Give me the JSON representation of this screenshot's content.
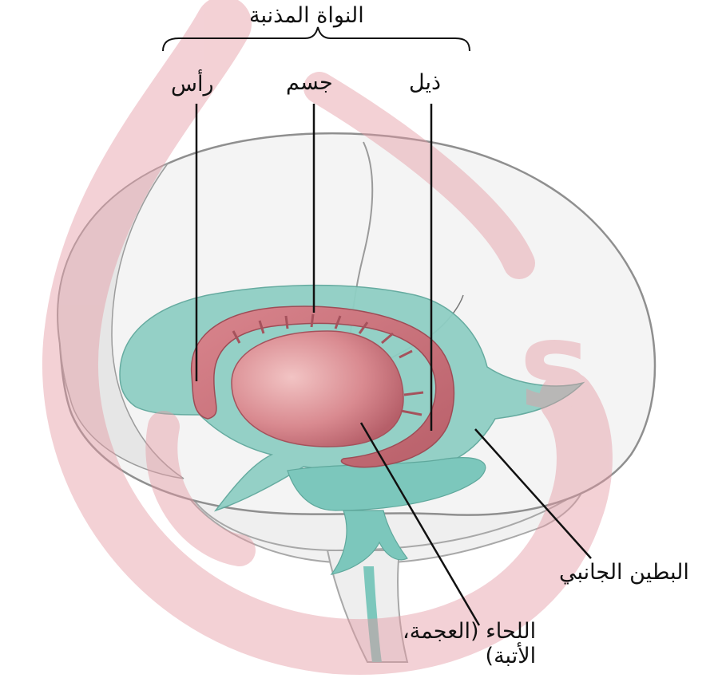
{
  "labels": {
    "caudate_nucleus": "النواة المذنبة",
    "head": "رأس",
    "body": "جسم",
    "tail": "ذيل",
    "lateral_ventricle": "البطين الجانبي",
    "thalamus_line1": "اللحاء (العجمة،",
    "thalamus_line2": "الأتبة)"
  },
  "colors": {
    "ventricle": "#7cc7bc",
    "caudate": "#c9717a",
    "brain_outline": "#9a9a9a",
    "watermark": "#e8a2aa"
  }
}
